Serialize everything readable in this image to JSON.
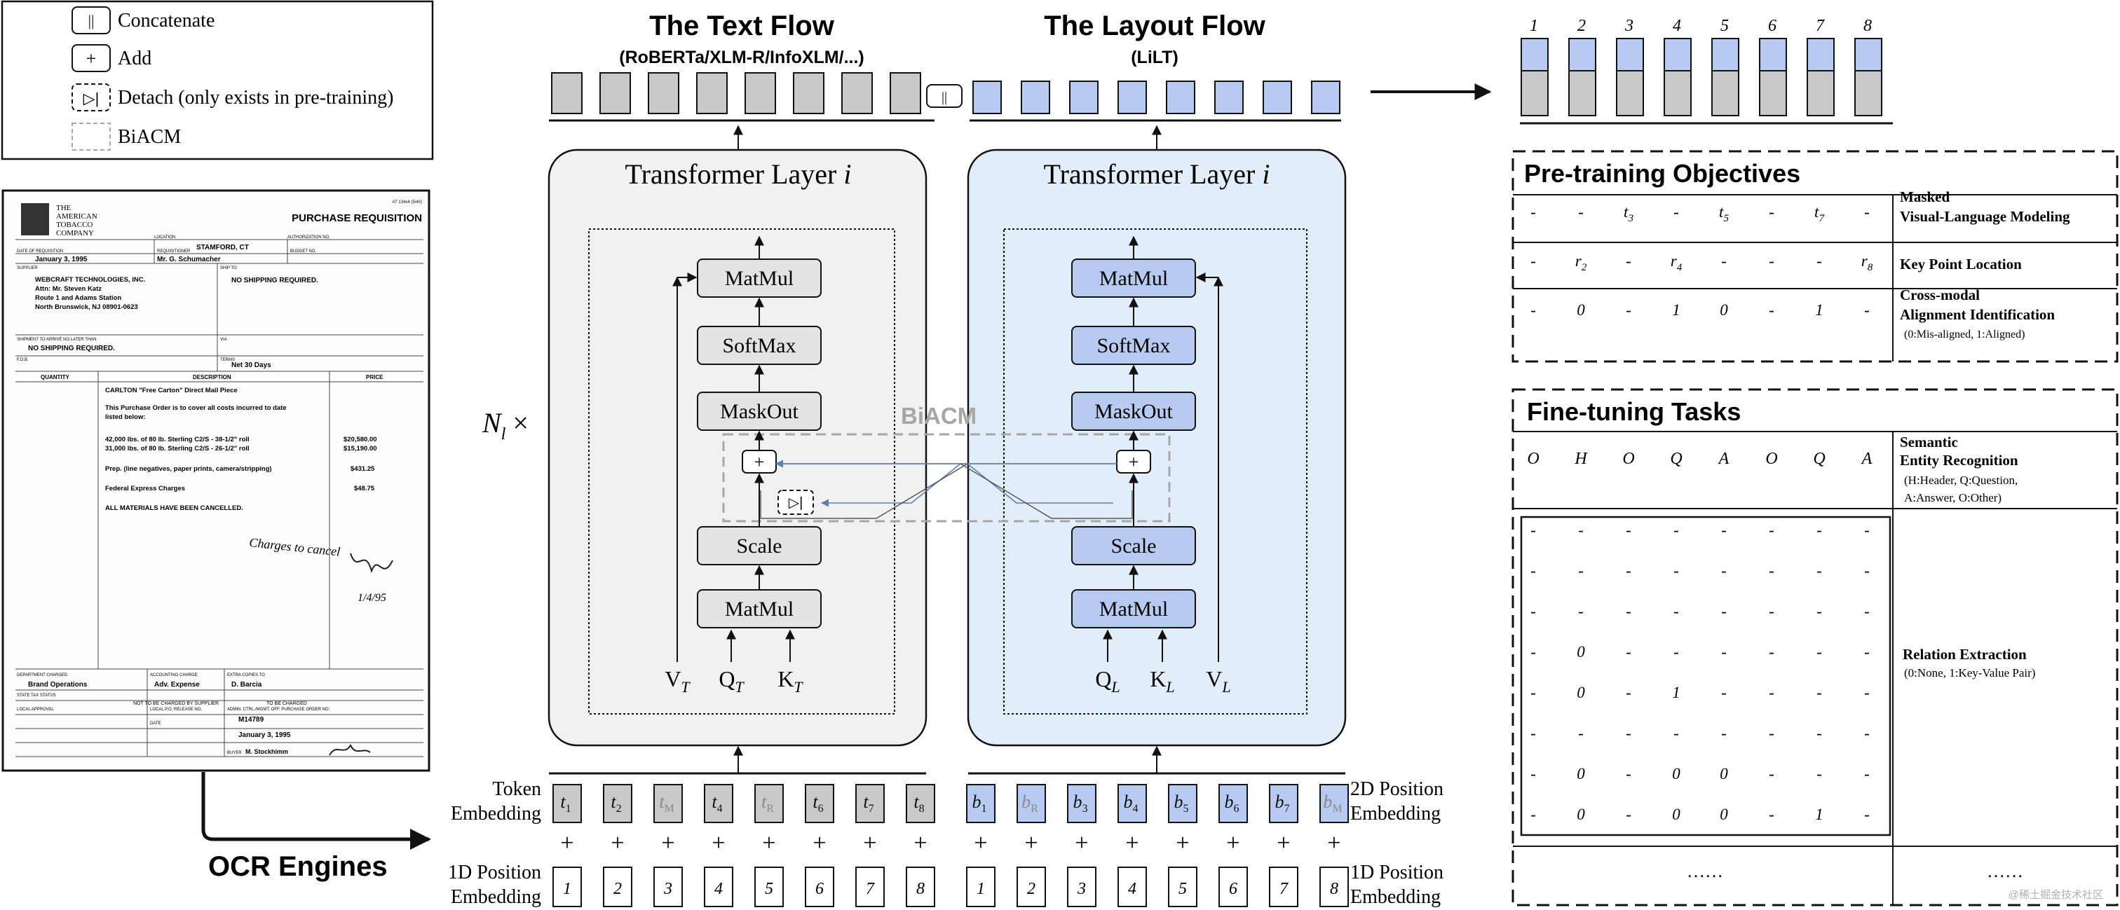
{
  "legend": [
    {
      "symbol": "||",
      "label": "Concatenate"
    },
    {
      "symbol": "+",
      "label": "Add"
    },
    {
      "symbol": "▷|",
      "label": "Detach (only exists in pre-training)"
    },
    {
      "symbol": "",
      "label": "BiACM"
    }
  ],
  "document": {
    "company": [
      "THE",
      "AMERICAN",
      "TOBACCO",
      "COMPANY"
    ],
    "form_title": "PURCHASE REQUISITION",
    "form_no": "AT 134x4 (5/40)",
    "location_label": "LOCATION",
    "location": "STAMFORD, CT",
    "authorization_label": "AUTHORIZATION NO.",
    "date_label": "DATE OF REQUISITION",
    "date": "January 3, 1995",
    "requisitioner_label": "REQUISITIONER",
    "requisitioner": "Mr. G. Schumacher",
    "budget_label": "BUDGET NO.",
    "supplier_label": "SUPPLIER",
    "supplier_lines": [
      "WEBCRAFT TECHNOLOGIES, INC.",
      "Attn: Mr. Steven Katz",
      "Route 1 and Adams Station",
      "North Brunswick, NJ 08901-0623"
    ],
    "ship_to_label": "SHIP TO",
    "ship_to": "NO SHIPPING REQUIRED.",
    "shipment_label": "SHIPMENT TO ARRIVE NO LATER THAN",
    "shipment": "NO SHIPPING REQUIRED.",
    "via_label": "VIA",
    "fob_label": "F.O.B.",
    "terms_label": "TERMS",
    "terms": "Net 30 Days",
    "quantity_header": "QUANTITY",
    "description_header": "DESCRIPTION",
    "price_header": "PRICE",
    "desc_lines": [
      "CARLTON \"Free Carton\" Direct Mail Piece",
      "This Purchase Order is to cover all costs incurred to date",
      "listed below:",
      "42,000 lbs. of 80 lb. Sterling C2/S - 38-1/2\" roll",
      "31,000 lbs. of 80 lb. Sterling C2/S - 26-1/2\" roll",
      "Prep. (line negatives, paper prints, camera/stripping)",
      "Federal Express Charges",
      "ALL MATERIALS HAVE BEEN CANCELLED."
    ],
    "prices": [
      "$20,580.00",
      "$15,190.00",
      "$431.25",
      "$48.75"
    ],
    "handwriting": [
      "Charges to cancel",
      "1/4/95"
    ],
    "dept_label": "DEPARTMENT CHARGED",
    "dept": "Brand Operations",
    "accounting_label": "ACCOUNTING CHARGE",
    "accounting": "Adv. Expense",
    "extra_label": "EXTRA COPIES TO",
    "extra": "D. Barcia",
    "state_tax_label": "STATE TAX STATUS",
    "not_charged": "NOT TO BE CHARGED BY SUPPLIER",
    "to_be_charged": "TO BE CHARGED",
    "admin_label": "ADMIN. CTRL./MGMT. OFF. PURCHASE ORDER NO.",
    "po_number": "M14789",
    "po_date": "January 3, 1995",
    "buyer_label": "BUYER",
    "buyer": "M. Stockhimm",
    "local_approval_label": "LOCAL APPROVAL",
    "date_small_label": "DATE",
    "local_release_label": "LOCAL P.O. RELEASE NO."
  },
  "ocr_label": "OCR Engines",
  "n_layers": {
    "n": "N",
    "sub": "l",
    "times": "×"
  },
  "text_flow": {
    "title": "The Text Flow",
    "subtitle": "(RoBERTa/XLM-R/InfoXLM/...)"
  },
  "layout_flow": {
    "title": "The Layout Flow",
    "subtitle": "(LiLT)"
  },
  "concat_symbol": "||",
  "layer_title": {
    "prefix": "Transformer Layer ",
    "var": "i"
  },
  "ops": {
    "matmul": "MatMul",
    "softmax": "SoftMax",
    "maskout": "MaskOut",
    "scale": "Scale",
    "plus": "+",
    "detach": "▷|"
  },
  "biacm_label": "BiACM",
  "text_inputs": [
    {
      "b": "V",
      "s": "T"
    },
    {
      "b": "Q",
      "s": "T"
    },
    {
      "b": "K",
      "s": "T"
    }
  ],
  "layout_inputs": [
    {
      "b": "Q",
      "s": "L"
    },
    {
      "b": "K",
      "s": "L"
    },
    {
      "b": "V",
      "s": "L"
    }
  ],
  "token_embedding_label": [
    "Token",
    "Embedding"
  ],
  "position2d_label": [
    "2D Position",
    "Embedding"
  ],
  "position1d_label": [
    "1D Position",
    "Embedding"
  ],
  "tokens": [
    {
      "b": "t",
      "s": "1",
      "m": false
    },
    {
      "b": "t",
      "s": "2",
      "m": false
    },
    {
      "b": "t",
      "s": "M",
      "m": true
    },
    {
      "b": "t",
      "s": "4",
      "m": false
    },
    {
      "b": "t",
      "s": "R",
      "m": true
    },
    {
      "b": "t",
      "s": "6",
      "m": false
    },
    {
      "b": "t",
      "s": "7",
      "m": false
    },
    {
      "b": "t",
      "s": "8",
      "m": false
    }
  ],
  "boxes": [
    {
      "b": "b",
      "s": "1",
      "m": false
    },
    {
      "b": "b",
      "s": "R",
      "m": true
    },
    {
      "b": "b",
      "s": "3",
      "m": false
    },
    {
      "b": "b",
      "s": "4",
      "m": false
    },
    {
      "b": "b",
      "s": "5",
      "m": false
    },
    {
      "b": "b",
      "s": "6",
      "m": false
    },
    {
      "b": "b",
      "s": "7",
      "m": false
    },
    {
      "b": "b",
      "s": "M",
      "m": true
    }
  ],
  "positions": [
    "1",
    "2",
    "3",
    "4",
    "5",
    "6",
    "7",
    "8"
  ],
  "plus_symbol": "+",
  "output_indices": [
    "1",
    "2",
    "3",
    "4",
    "5",
    "6",
    "7",
    "8"
  ],
  "pretraining": {
    "title": "Pre-training Objectives",
    "rows": [
      {
        "cells": [
          {
            "b": "-"
          },
          {
            "b": "-"
          },
          {
            "b": "t",
            "s": "3"
          },
          {
            "b": "-"
          },
          {
            "b": "t",
            "s": "5"
          },
          {
            "b": "-"
          },
          {
            "b": "t",
            "s": "7"
          },
          {
            "b": "-"
          }
        ],
        "label": [
          "Masked",
          "Visual-Language Modeling"
        ],
        "note": ""
      },
      {
        "cells": [
          {
            "b": "-"
          },
          {
            "b": "r",
            "s": "2"
          },
          {
            "b": "-"
          },
          {
            "b": "r",
            "s": "4"
          },
          {
            "b": "-"
          },
          {
            "b": "-"
          },
          {
            "b": "-"
          },
          {
            "b": "r",
            "s": "8"
          }
        ],
        "label": [
          "Key Point Location"
        ],
        "note": ""
      },
      {
        "cells": [
          {
            "b": "-"
          },
          {
            "b": "0"
          },
          {
            "b": "-"
          },
          {
            "b": "1"
          },
          {
            "b": "0"
          },
          {
            "b": "-"
          },
          {
            "b": "1"
          },
          {
            "b": "-"
          }
        ],
        "label": [
          "Cross-modal",
          "Alignment Identification"
        ],
        "note": "(0:Mis-aligned, 1:Aligned)"
      }
    ]
  },
  "finetuning": {
    "title": "Fine-tuning Tasks",
    "ser_cells": [
      "O",
      "H",
      "O",
      "Q",
      "A",
      "O",
      "Q",
      "A"
    ],
    "ser_label": [
      "Semantic",
      "Entity Recognition"
    ],
    "ser_note": [
      "(H:Header, Q:Question,",
      "A:Answer, O:Other)"
    ],
    "re_matrix": [
      [
        "-",
        "-",
        "-",
        "-",
        "-",
        "-",
        "-",
        "-"
      ],
      [
        "-",
        "-",
        "-",
        "-",
        "-",
        "-",
        "-",
        "-"
      ],
      [
        "-",
        "-",
        "-",
        "-",
        "-",
        "-",
        "-",
        "-"
      ],
      [
        "-",
        "0",
        "-",
        "-",
        "-",
        "-",
        "-",
        "-"
      ],
      [
        "-",
        "0",
        "-",
        "1",
        "-",
        "-",
        "-",
        "-"
      ],
      [
        "-",
        "-",
        "-",
        "-",
        "-",
        "-",
        "-",
        "-"
      ],
      [
        "-",
        "0",
        "-",
        "0",
        "0",
        "-",
        "-",
        "-"
      ],
      [
        "-",
        "0",
        "-",
        "0",
        "0",
        "-",
        "1",
        "-"
      ]
    ],
    "re_label": "Relation Extraction",
    "re_note": "(0:None, 1:Key-Value Pair)",
    "ellipsis": "……",
    "ellipsis_right": "……"
  },
  "watermark": "@稀土掘金技术社区",
  "colors": {
    "text_gray": "#c9c9c9",
    "text_panel": "#f1f1f1",
    "layout_blue": "#b6cbef",
    "layout_panel": "#e1edf9",
    "box_gray": "#e3e3e3",
    "mask_text": "#8a8a8a",
    "biacm": "#a6a6a6",
    "connector": "#5f7fae"
  }
}
